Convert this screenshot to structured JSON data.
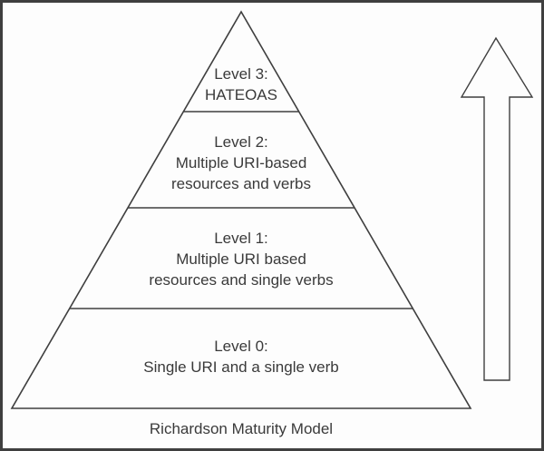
{
  "caption": "Richardson Maturity Model",
  "colors": {
    "line": "#3f3f3f",
    "text": "#3a3a3a",
    "background": "#fdfdfd"
  },
  "pyramid": {
    "levels": [
      {
        "name": "Level 3",
        "lines": [
          "Level 3:",
          "HATEOAS"
        ]
      },
      {
        "name": "Level 2",
        "lines": [
          "Level 2:",
          "Multiple URI-based",
          "resources and verbs"
        ]
      },
      {
        "name": "Level 1",
        "lines": [
          "Level 1:",
          "Multiple URI based",
          "resources and single verbs"
        ]
      },
      {
        "name": "Level 0",
        "lines": [
          "Level 0:",
          "Single URI and a single verb"
        ]
      }
    ]
  },
  "arrow": {
    "icon": "up-arrow-icon",
    "direction": "up"
  }
}
